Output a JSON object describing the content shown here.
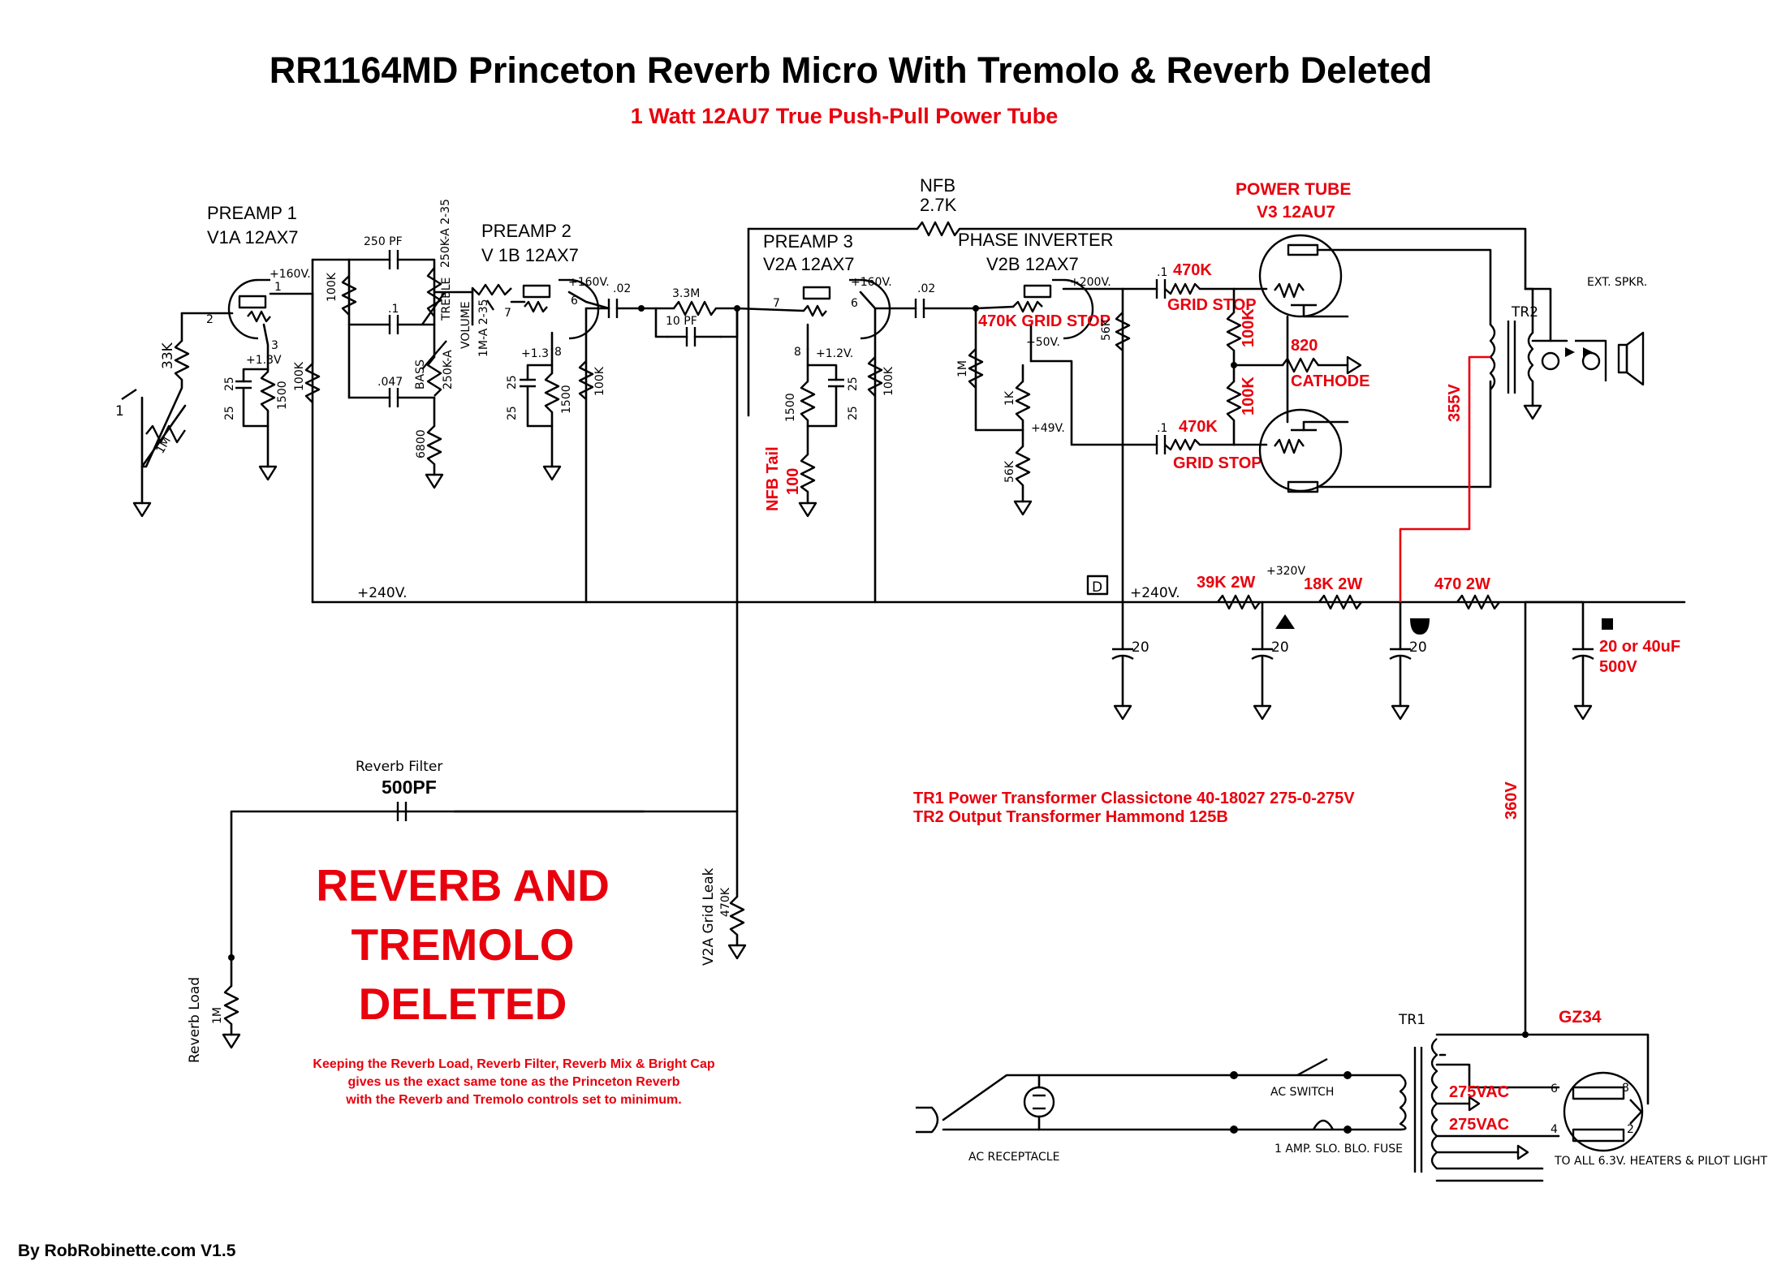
{
  "title": "RR1164MD Princeton Reverb Micro With Tremolo & Reverb Deleted",
  "subtitle": "1 Watt 12AU7 True Push-Pull Power Tube",
  "stages": {
    "preamp1": {
      "name": "PREAMP 1",
      "tube": "V1A 12AX7"
    },
    "preamp2": {
      "name": "PREAMP 2",
      "tube": "V 1B 12AX7"
    },
    "preamp3": {
      "name": "PREAMP 3",
      "tube": "V2A 12AX7"
    },
    "phase_inverter": {
      "name": "PHASE INVERTER",
      "tube": "V2B 12AX7"
    },
    "power_tube": {
      "name": "POWER TUBE",
      "tube": "V3 12AU7"
    },
    "nfb": {
      "name": "NFB",
      "value": "2.7K"
    }
  },
  "black_labels": {
    "r33k": "33K",
    "r1m_input": "1M",
    "input_jack": "1",
    "c250pf": "250 PF",
    "r100k_a": "100K",
    "c1": ".1",
    "c047": ".047",
    "treble": "TREBLE",
    "bass": "BASS",
    "treble_pot": "250K-A 2-35",
    "bass_pot": "250K-A",
    "r6800": "6800",
    "r100k_b": "100K",
    "volume": "VOLUME",
    "volume_pot": "1M-A 2-35",
    "c25_1": "25",
    "c25_1v": "25",
    "r1500_1": "1500",
    "c25_2": "25",
    "c25_2v": "25",
    "r1500_2": "1500",
    "r100k_c": "100K",
    "c02_a": ".02",
    "r3_3m": "3.3M",
    "c10pf": "10 PF",
    "r1500_3": "1500",
    "c25_3": "25",
    "c25_3v": "25",
    "r100k_d": "100K",
    "c02_b": ".02",
    "r1m_pi": "1M",
    "r1k": "1K",
    "r56k_a": "56K",
    "r56k_b": "56K",
    "v160_1": "+160V.",
    "v1_3": "+1.3V",
    "v160_2": "+160V.",
    "v1_3_b": "+1.3",
    "v160_3": "+160V.",
    "v1_2": "+1.2V.",
    "v200": "+200V.",
    "v50": "+50V.",
    "v49": "+49V.",
    "v240_left": "+240V.",
    "v240_right": "+240V.",
    "v320": "+320V",
    "node_d": "D",
    "cap20_1": "20",
    "cap20_2": "20",
    "cap20_3": "20",
    "pin1": "1",
    "pin2": "2",
    "pin3": "3",
    "pin6": "6",
    "pin7": "7",
    "pin8": "8",
    "pin6b": "6",
    "pin2b": "2",
    "pin7b": "7",
    "pin8b": "8",
    "pin4": "4",
    "c1_pi_a": ".1",
    "c1_pi_b": ".1",
    "ext_spkr": "EXT. SPKR.",
    "tr2": "TR2",
    "tr1": "TR1",
    "reverb_filter": "Reverb Filter",
    "reverb_filter_val": "500PF",
    "reverb_load": "Reverb Load",
    "r1m_load": "1M",
    "v2a_grid_leak": "V2A Grid Leak",
    "r470k_leak": "470K",
    "ac_switch": "AC SWITCH",
    "ac_receptacle": "AC RECEPTACLE",
    "fuse": "1 AMP. SLO. BLO. FUSE",
    "heaters": "TO ALL 6.3V. HEATERS & PILOT LIGHT"
  },
  "red_labels": {
    "pi_grid_stop": "470K GRID STOP",
    "grid_stop_top_val": "470K",
    "grid_stop_top": "GRID STOP",
    "grid_stop_bot_val": "470K",
    "grid_stop_bot": "GRID STOP",
    "r100k_top": "100K",
    "r100k_bot": "100K",
    "cathode_val": "820",
    "cathode": "CATHODE",
    "nfb_tail": "NFB Tail",
    "nfb_tail_val": "100",
    "r39k": "39K 2W",
    "r18k": "18K 2W",
    "r470": "470 2W",
    "big_cap": "20 or 40uF",
    "big_cap_v": "500V",
    "v355": "355V",
    "v360": "360V",
    "tr1_info": "TR1 Power Transformer Classictone 40-18027 275-0-275V",
    "tr2_info": "TR2 Output Transformer Hammond 125B",
    "gz34": "GZ34",
    "vac_top": "275VAC",
    "vac_bot": "275VAC",
    "deleted_banner": [
      "REVERB AND",
      "TREMOLO",
      "DELETED"
    ],
    "note": [
      "Keeping the Reverb Load, Reverb Filter, Reverb Mix & Bright Cap",
      "gives us the exact same tone as the Princeton Reverb",
      "with the Reverb and Tremolo controls set to minimum."
    ]
  },
  "credit": "By RobRobinette.com  V1.5",
  "colors": {
    "accent": "#e8000d",
    "ink": "#000000"
  }
}
